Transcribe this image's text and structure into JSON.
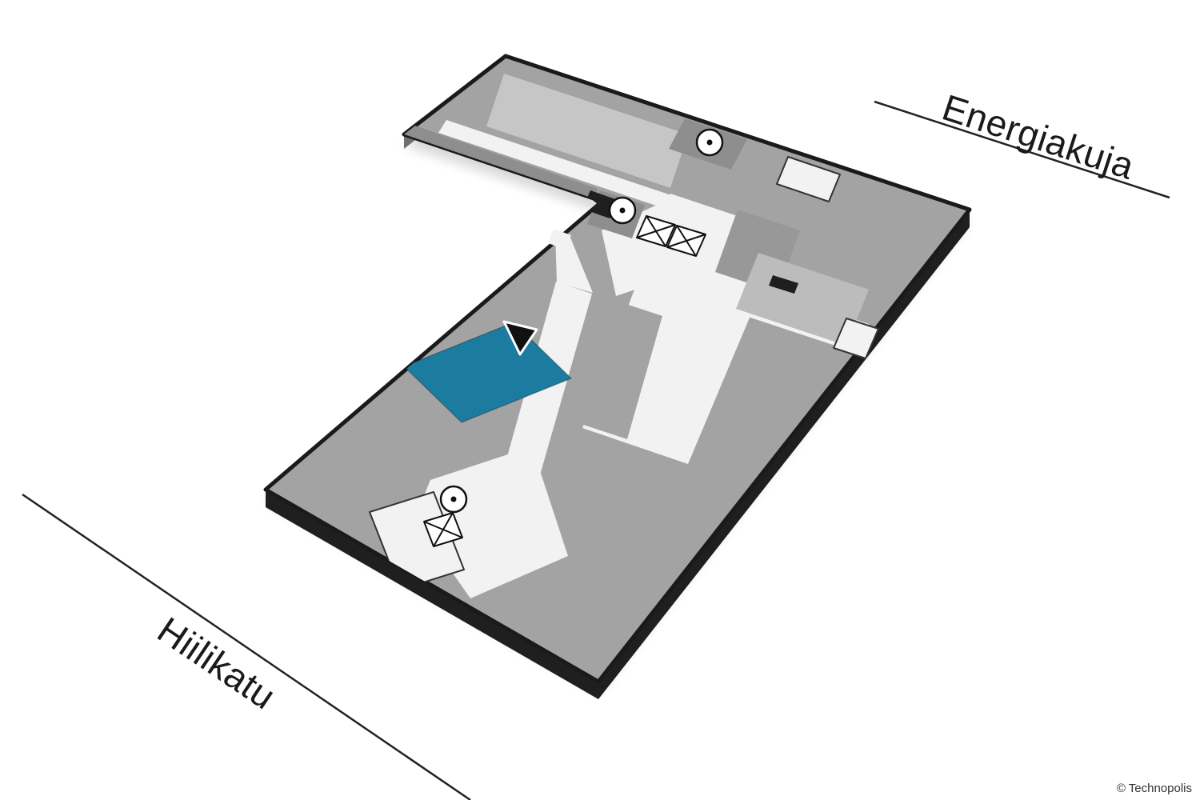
{
  "labels": {
    "street_top": "Energiakuja",
    "street_bottom": "Hiilikatu",
    "copyright": "© Technopolis"
  },
  "icons": {
    "stairs_icon": "circle-with-center-dot",
    "elevator_icon": "square-with-x",
    "location_arrow_icon": "filled-triangle-pointing-down"
  },
  "colors": {
    "background": "#ffffff",
    "outline": "#1a1a1a",
    "side_dark": "#1f1f1f",
    "side_gray": "#6f6f6f",
    "floor_base": "#a3a3a3",
    "floor_light": "#c6c6c6",
    "floor_lighter": "#bcbcbc",
    "floor_mid": "#989898",
    "floor_dark": "#8e8e8e",
    "corridor": "#f2f2f2",
    "highlight": "#1b7ca0",
    "arrow": "#111111",
    "symbol_stroke": "#111111",
    "street_line": "#222222",
    "text": "#1a1a1a",
    "copyright": "#333333"
  }
}
